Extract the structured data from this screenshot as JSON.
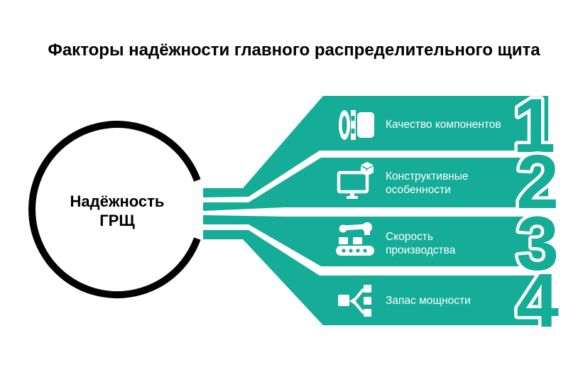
{
  "title": "Факторы надёжности главного распределительного щита",
  "center_circle": {
    "line1": "Надёжность",
    "line2": "ГРЩ"
  },
  "colors": {
    "teal": "#15AC98",
    "title_black": "#000000",
    "label_white": "#FFFFFF"
  },
  "items": [
    {
      "number": "1",
      "icon": "connector-component-icon",
      "label_line1": "Качество компонентов",
      "label_line2": ""
    },
    {
      "number": "2",
      "icon": "monitor-cube-icon",
      "label_line1": "Конструктивные",
      "label_line2": "особенности"
    },
    {
      "number": "3",
      "icon": "robot-conveyor-icon",
      "label_line1": "Скорость",
      "label_line2": "производства"
    },
    {
      "number": "4",
      "icon": "power-split-icon",
      "label_line1": "Запас мощности",
      "label_line2": ""
    }
  ]
}
